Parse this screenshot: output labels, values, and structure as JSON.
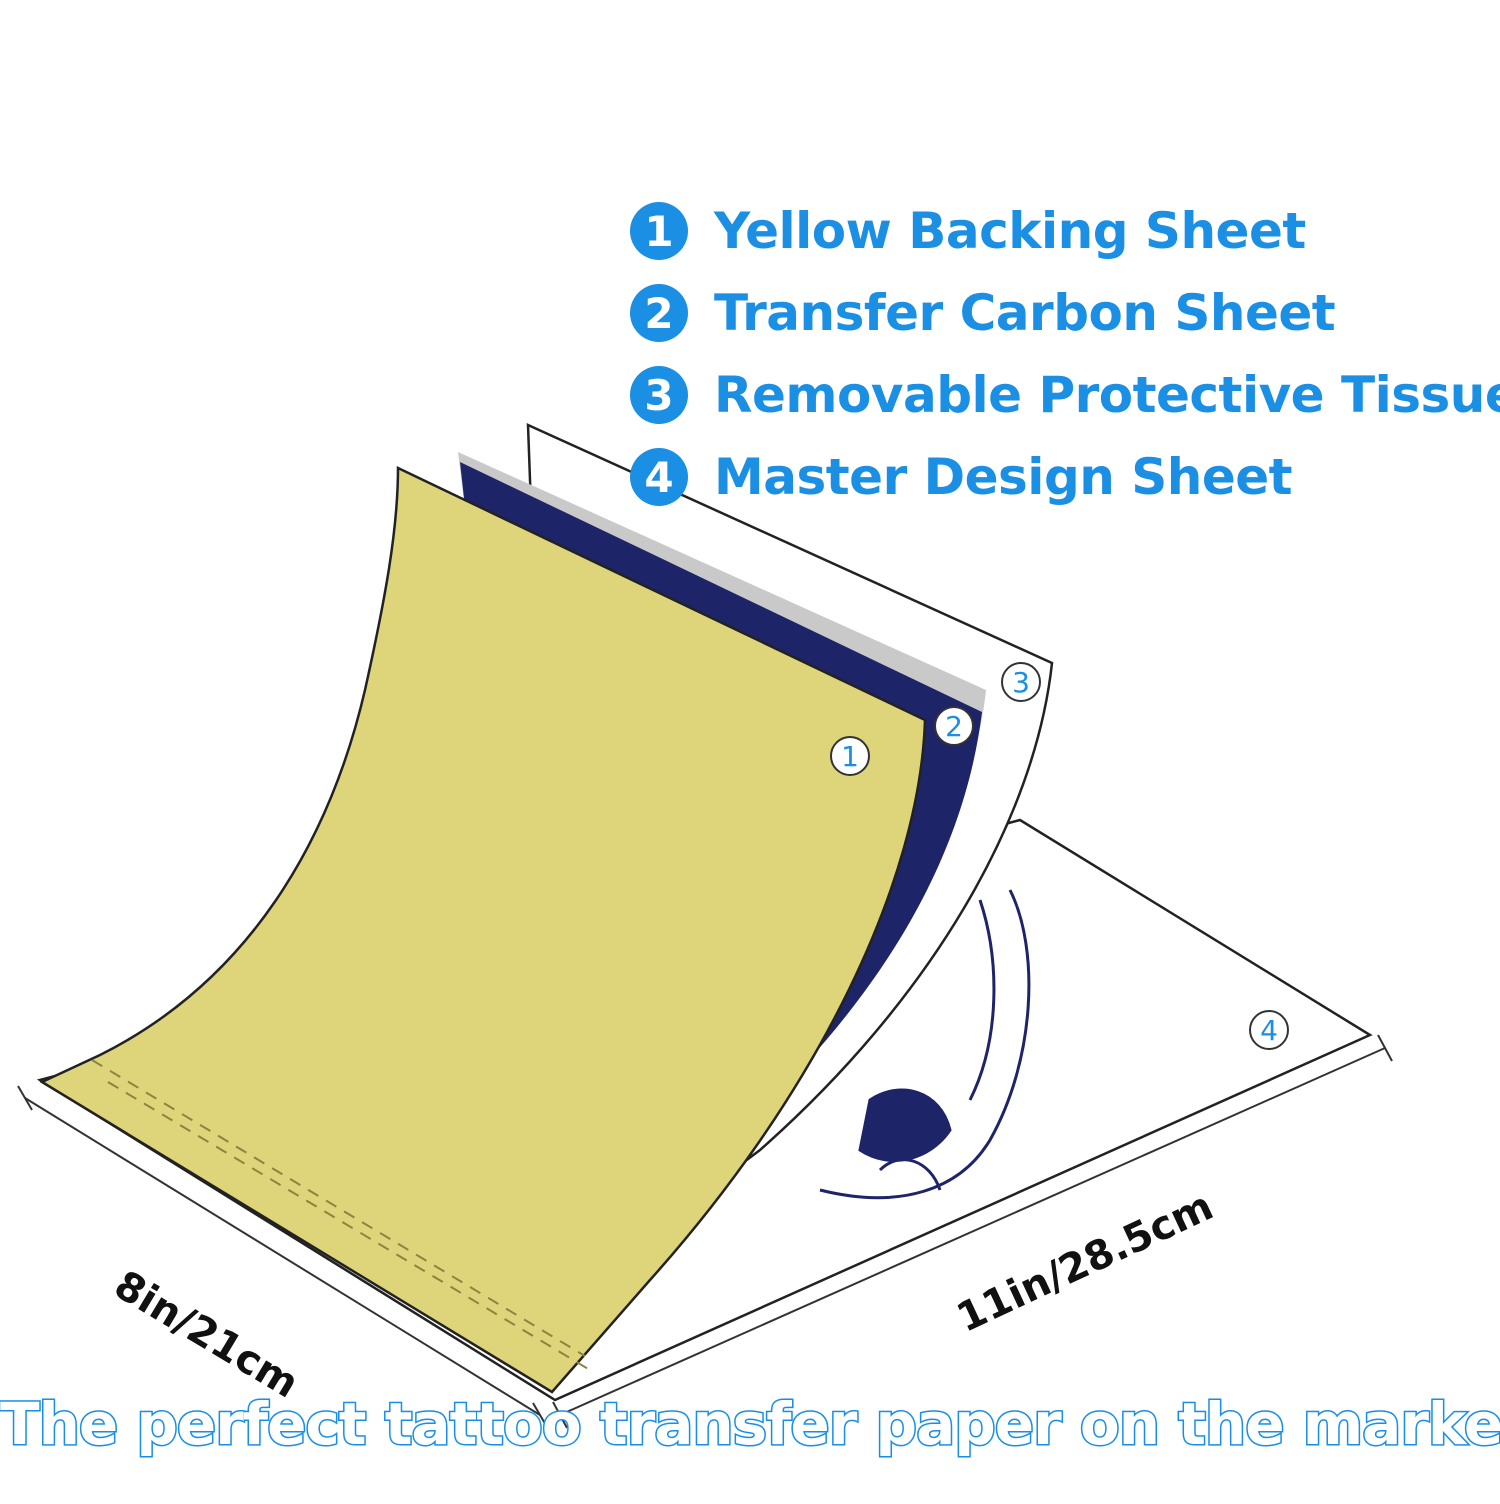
{
  "legend": {
    "items": [
      {
        "num": "1",
        "label": "Yellow Backing Sheet"
      },
      {
        "num": "2",
        "label": "Transfer Carbon Sheet"
      },
      {
        "num": "3",
        "label": "Removable Protective Tissue"
      },
      {
        "num": "4",
        "label": "Master Design Sheet"
      }
    ]
  },
  "callouts": {
    "c1": "1",
    "c2": "2",
    "c3": "3",
    "c4": "4"
  },
  "dimensions": {
    "width": "8in/21cm",
    "length": "11in/28.5cm"
  },
  "tagline": "The perfect tattoo transfer paper on the market!",
  "colors": {
    "accent": "#1a8fe3",
    "yellow_sheet": "#ded47a",
    "carbon_sheet": "#1e2468",
    "tissue": "#c9c9c9"
  }
}
